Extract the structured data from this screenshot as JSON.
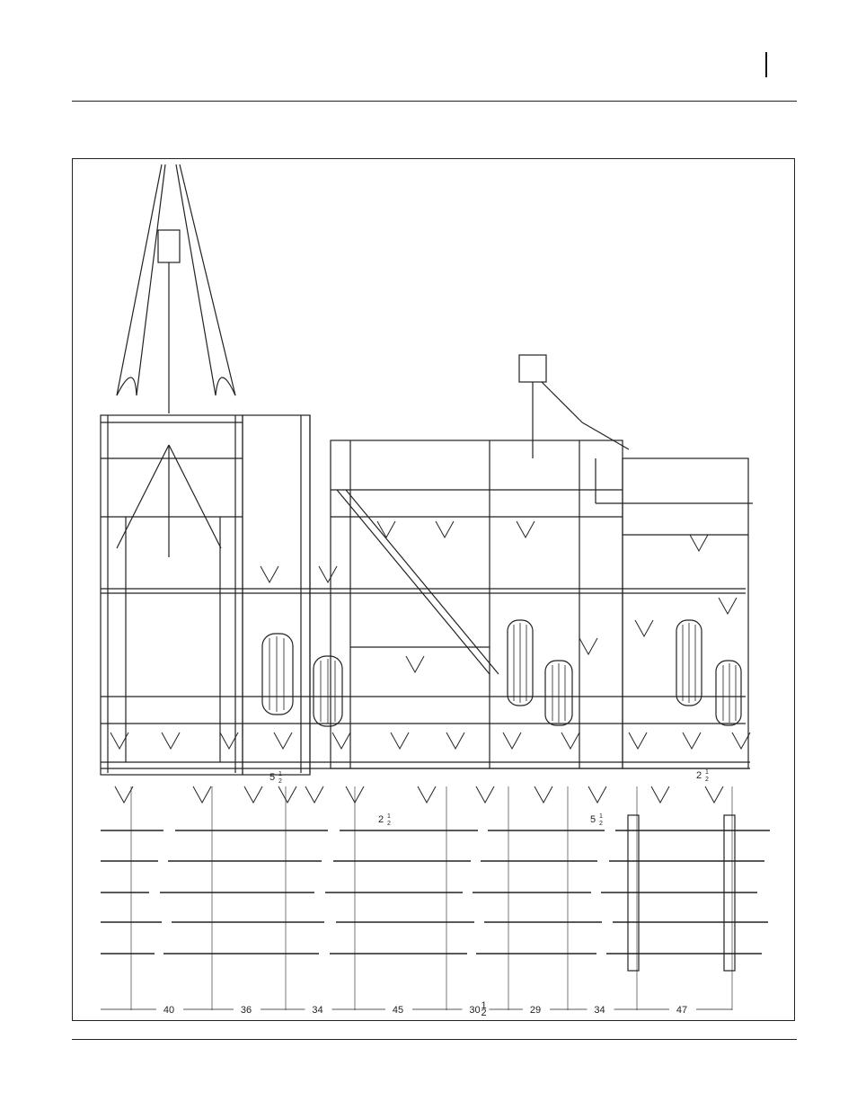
{
  "drawing": {
    "bottom_dimensions": [
      {
        "whole": "40",
        "num": "",
        "den": ""
      },
      {
        "whole": "36",
        "num": "",
        "den": ""
      },
      {
        "whole": "34",
        "num": "",
        "den": ""
      },
      {
        "whole": "45",
        "num": "",
        "den": ""
      },
      {
        "whole": "30",
        "num": "1",
        "den": "2"
      },
      {
        "whole": "29",
        "num": "",
        "den": ""
      },
      {
        "whole": "34",
        "num": "",
        "den": ""
      },
      {
        "whole": "47",
        "num": "",
        "den": ""
      }
    ],
    "callouts": [
      {
        "whole": "5",
        "num": "1",
        "den": "2"
      },
      {
        "whole": "2",
        "num": "1",
        "den": "2"
      },
      {
        "whole": "5",
        "num": "1",
        "den": "2"
      },
      {
        "whole": "2",
        "num": "1",
        "den": "2"
      }
    ]
  }
}
